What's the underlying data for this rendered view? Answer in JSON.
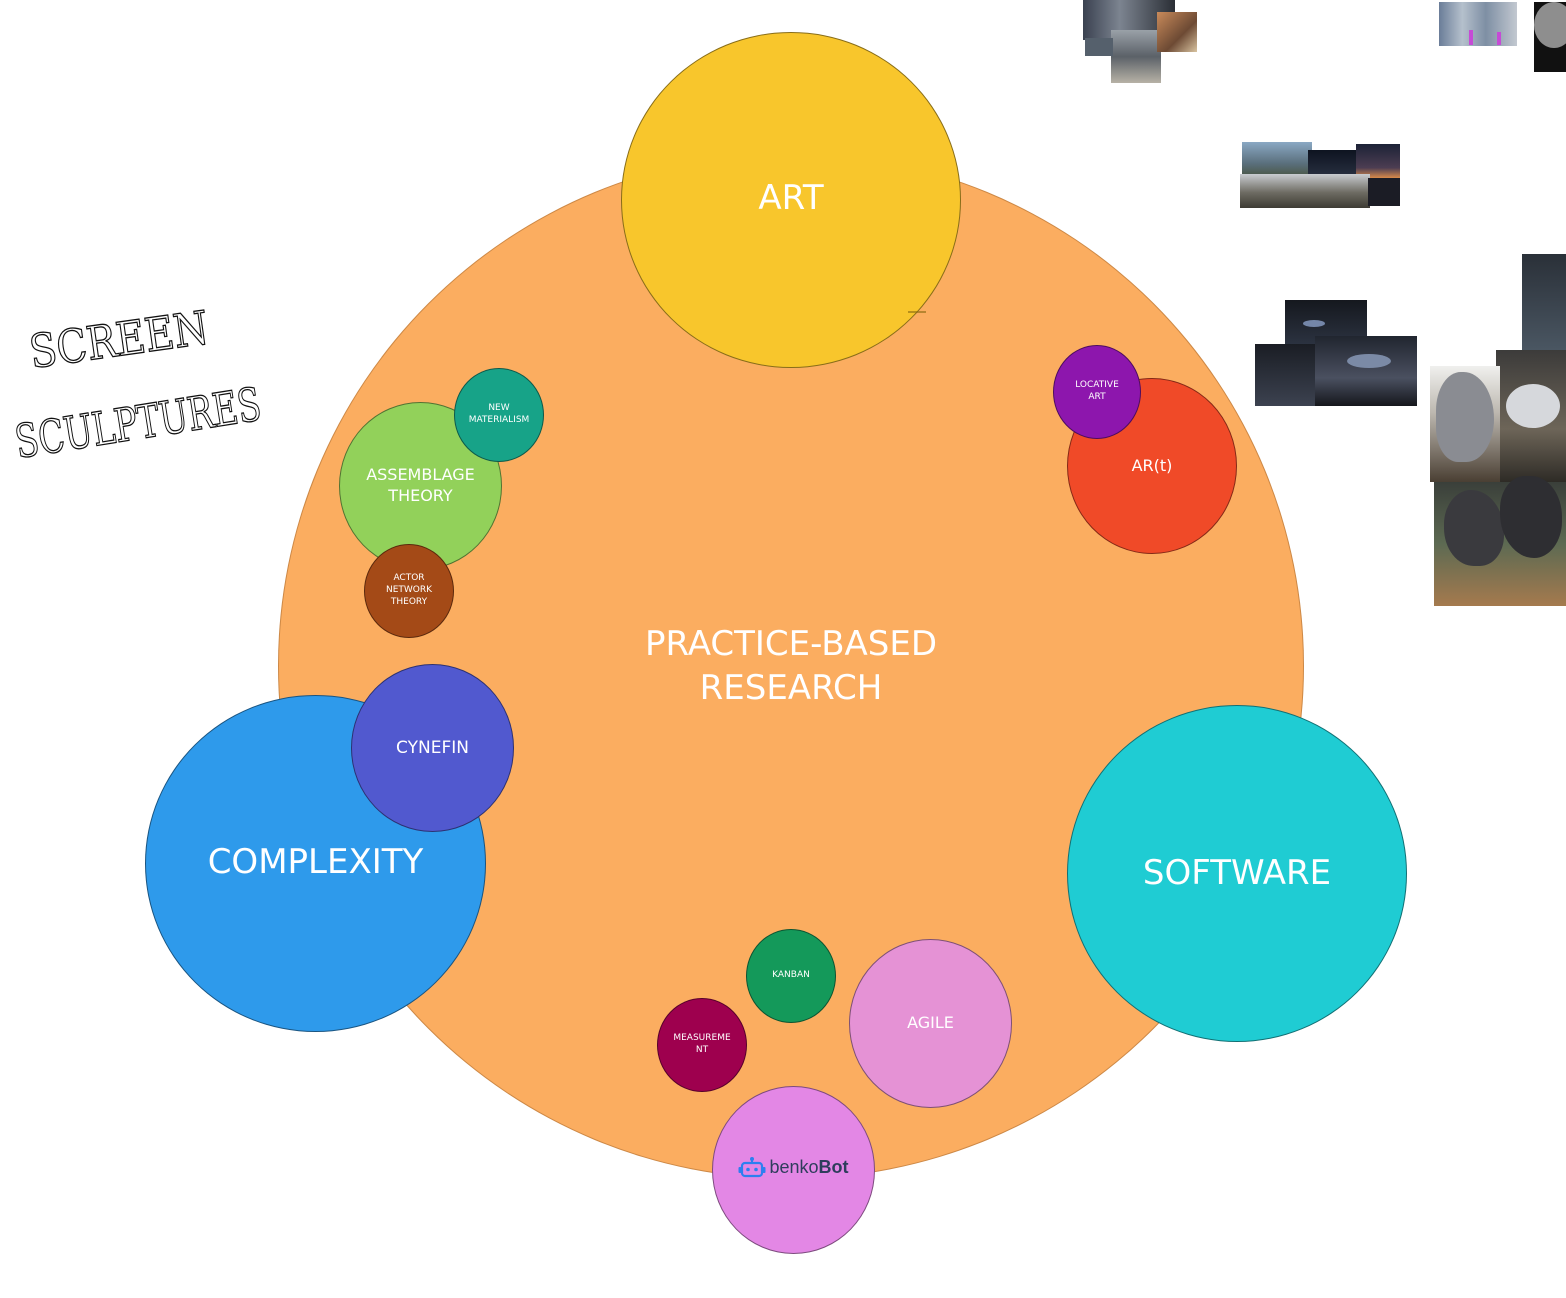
{
  "handwritten": [
    "SCREEN",
    "SCULPTURES"
  ],
  "bubbles": {
    "main": {
      "label_line1": "PRACTICE-BASED",
      "label_line2": "RESEARCH",
      "color": "#fbad60"
    },
    "art": {
      "label": "ART",
      "color": "#f8c62c"
    },
    "complexity": {
      "label": "COMPLEXITY",
      "color": "#2e9aeb"
    },
    "software": {
      "label": "SOFTWARE",
      "color": "#1fccd3"
    },
    "cynefin": {
      "label": "CYNEFIN",
      "color": "#5159cf"
    },
    "assemblage": {
      "label_line1": "ASSEMBLAGE",
      "label_line2": "THEORY",
      "color": "#92d15a"
    },
    "new_materialism": {
      "label_line1": "NEW",
      "label_line2": "MATERIALISM",
      "color": "#17a388"
    },
    "ant": {
      "label_line1": "ACTOR",
      "label_line2": "NETWORK",
      "label_line3": "THEORY",
      "color": "#a44a17"
    },
    "art_t": {
      "label": "AR(t)",
      "color": "#f04a28"
    },
    "locative": {
      "label_line1": "LOCATIVE",
      "label_line2": "ART",
      "color": "#8d16ad"
    },
    "kanban": {
      "label": "KANBAN",
      "color": "#14995a"
    },
    "agile": {
      "label": "AGILE",
      "color": "#e592d5"
    },
    "measurement": {
      "label_line1": "MEASUREME",
      "label_line2": "NT",
      "color": "#9e004e"
    },
    "benkobot": {
      "brand_part1": "benko",
      "brand_part2": "Bot",
      "color": "#e387e5",
      "logo_color": "#2d7ff0",
      "text_color": "#2e3d5c"
    }
  }
}
